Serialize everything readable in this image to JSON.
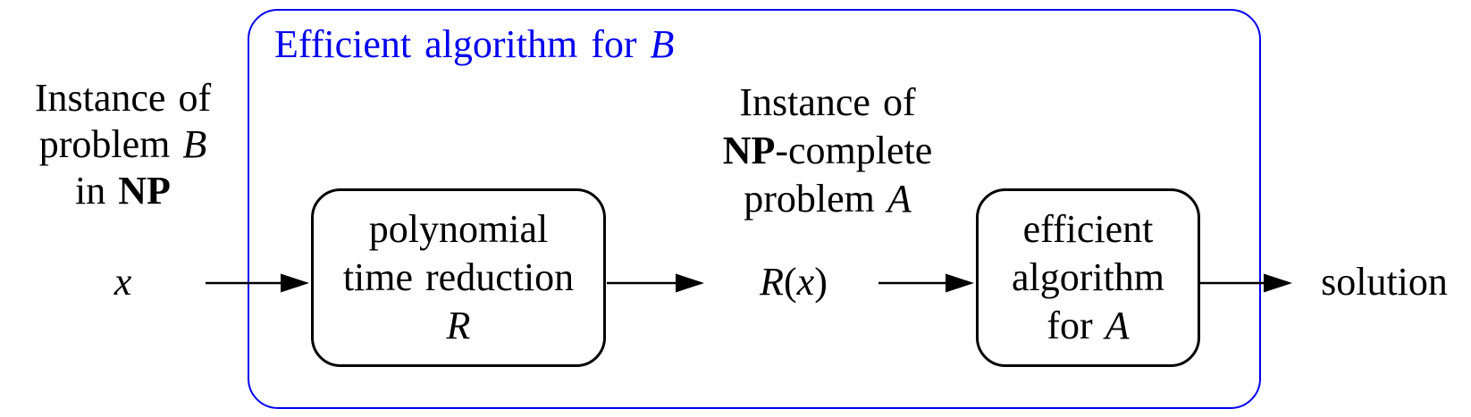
{
  "colors": {
    "accent_blue": "#0000ee",
    "ink": "#000000",
    "background": "#ffffff"
  },
  "outer_box": {
    "title_pre": "Efficient algorithm for ",
    "title_var": "B"
  },
  "input_label": {
    "line1": "Instance of",
    "line2_text": "problem ",
    "line2_var": "B",
    "line3_text": "in ",
    "line3_bold": "NP",
    "value": "x"
  },
  "reduction_box": {
    "line1": "polynomial",
    "line2": "time reduction",
    "line3_var": "R"
  },
  "intermediate_label": {
    "line1": "Instance of",
    "line2_bold": "NP",
    "line2_text": "-complete",
    "line3_text": "problem ",
    "line3_var": "A",
    "value_fn": "R",
    "value_open": "(",
    "value_arg": "x",
    "value_close": ")"
  },
  "algorithm_box": {
    "line1": "efficient",
    "line2": "algorithm",
    "line3_text": "for ",
    "line3_var": "A"
  },
  "output_label": {
    "value": "solution"
  }
}
